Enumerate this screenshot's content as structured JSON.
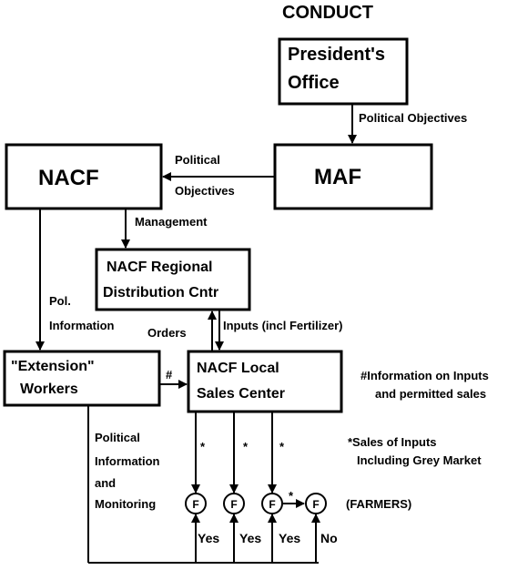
{
  "title": "CONDUCT",
  "nodes": {
    "president_line1": "President's",
    "president_line2": "Office",
    "maf": "MAF",
    "nacf": "NACF",
    "regional_line1": "NACF Regional",
    "regional_line2": "Distribution Cntr",
    "extension_line1": "\"Extension\"",
    "extension_line2": "Workers",
    "local_line1": "NACF Local",
    "local_line2": "Sales Center"
  },
  "edges": {
    "political_objectives": "Political Objectives",
    "maf_to_nacf_line1": "Political",
    "maf_to_nacf_line2": "Objectives",
    "management": "Management",
    "pol_info_line1": "Pol.",
    "pol_info_line2": "Information",
    "orders": "Orders",
    "inputs": "Inputs (incl Fertilizer)",
    "hash": "#",
    "pol_monitor_line1": "Political",
    "pol_monitor_line2": "Information",
    "pol_monitor_line3": "and",
    "pol_monitor_line4": "Monitoring",
    "star": "*"
  },
  "notes": {
    "hash_note_line1": "#Information on Inputs",
    "hash_note_line2": "and permitted sales",
    "star_note_line1": "*Sales of Inputs",
    "star_note_line2": "Including Grey Market"
  },
  "farmers": {
    "symbol": "F",
    "label": "(FARMERS)",
    "yes": "Yes",
    "no": "No"
  }
}
